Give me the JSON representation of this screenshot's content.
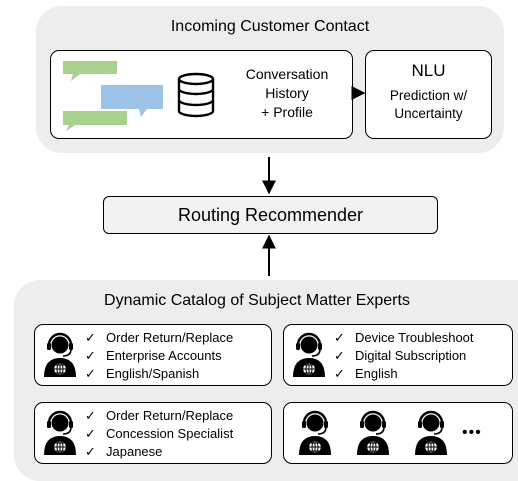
{
  "top_panel": {
    "title": "Incoming Customer Contact",
    "history_box": {
      "label_lines": [
        "Conversation",
        "History",
        "+ Profile"
      ]
    },
    "nlu_box": {
      "title": "NLU",
      "label_lines": [
        "Prediction w/",
        "Uncertainty"
      ]
    }
  },
  "router": {
    "label": "Routing Recommender"
  },
  "catalog_panel": {
    "title": "Dynamic Catalog of Subject Matter Experts",
    "check_glyph": "✓",
    "experts": [
      {
        "skills": [
          "Order Return/Replace",
          "Enterprise Accounts",
          "English/Spanish"
        ]
      },
      {
        "skills": [
          "Device Troubleshoot",
          "Digital Subscription",
          "English"
        ]
      },
      {
        "skills": [
          "Order Return/Replace",
          "Concession Specialist",
          "Japanese"
        ]
      }
    ],
    "more_glyph": "•••"
  },
  "colors": {
    "panel_bg": "#ededed",
    "bubble_green": "#a9d18e",
    "bubble_blue": "#9dc3e6",
    "border": "#000000"
  },
  "icons": [
    "chat-bubble-icon",
    "database-icon",
    "agent-headset-icon"
  ]
}
